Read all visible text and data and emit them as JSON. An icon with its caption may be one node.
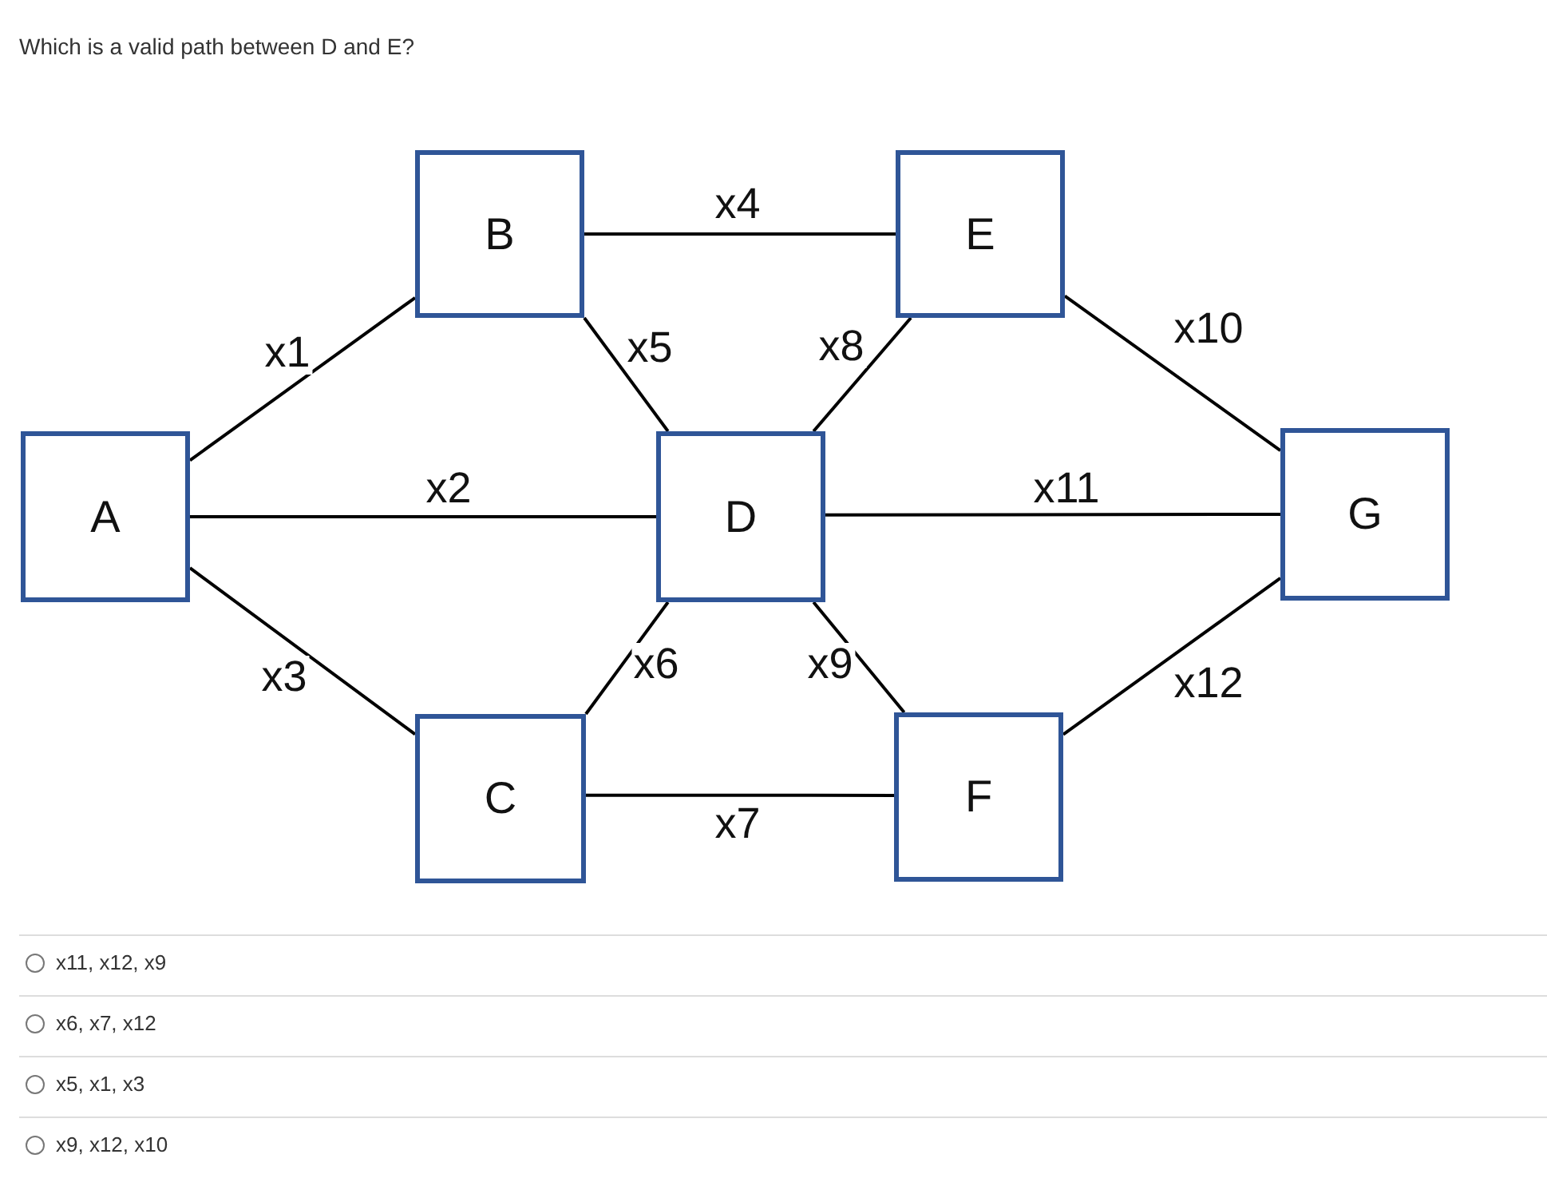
{
  "diagram": {
    "title": "Which is a valid path between D and E?",
    "nodes": [
      {
        "text": [
          "A"
        ]
      },
      {
        "text": [
          "B"
        ]
      },
      {
        "text": [
          "C"
        ]
      },
      {
        "text": [
          "D"
        ]
      },
      {
        "text": [
          "E"
        ]
      },
      {
        "text": [
          "F"
        ]
      },
      {
        "text": [
          "G"
        ]
      }
    ],
    "edges": [
      {
        "from": 0,
        "to": 1,
        "arrow": "none",
        "label": "x1"
      },
      {
        "from": 0,
        "to": 3,
        "arrow": "none",
        "label": "x2"
      },
      {
        "from": 0,
        "to": 2,
        "arrow": "none",
        "label": "x3"
      },
      {
        "from": 1,
        "to": 4,
        "arrow": "none",
        "label": "x4"
      },
      {
        "from": 1,
        "to": 3,
        "arrow": "none",
        "label": "x5"
      },
      {
        "from": 3,
        "to": 2,
        "arrow": "none",
        "label": "x6"
      },
      {
        "from": 2,
        "to": 5,
        "arrow": "none",
        "label": "x7"
      },
      {
        "from": 3,
        "to": 4,
        "arrow": "none",
        "label": "x8"
      },
      {
        "from": 3,
        "to": 5,
        "arrow": "none",
        "label": "x9"
      },
      {
        "from": 4,
        "to": 6,
        "arrow": "none",
        "label": "x10"
      },
      {
        "from": 3,
        "to": 6,
        "arrow": "none",
        "label": "x11"
      },
      {
        "from": 5,
        "to": 6,
        "arrow": "none",
        "label": "x12"
      }
    ],
    "labels": [
      "x11, x12, x9",
      "x6, x7, x12",
      "x5, x1, x3",
      "x9, x12, x10"
    ]
  }
}
